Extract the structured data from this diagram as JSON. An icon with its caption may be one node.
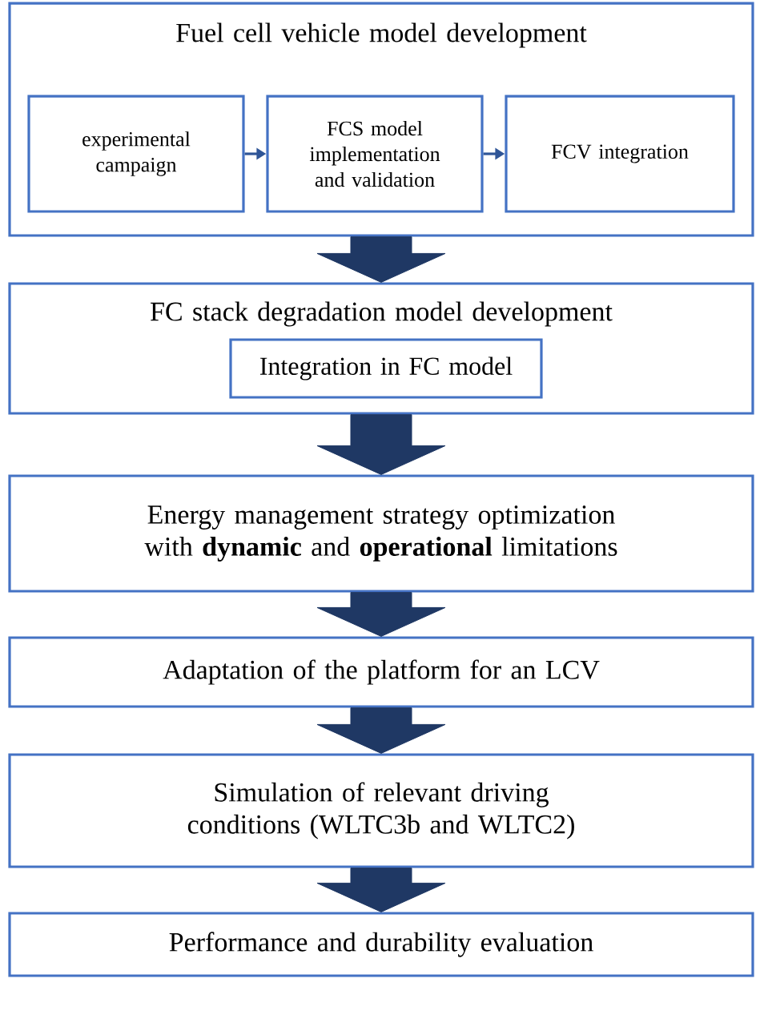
{
  "diagram": {
    "nodes": [
      {
        "text": [
          "Fuel cell vehicle model development"
        ]
      },
      {
        "text": [
          "experimental campaign"
        ],
        "in": 0
      },
      {
        "text": [
          "FCS model implementation and validation"
        ],
        "in": 0
      },
      {
        "text": [
          "FCV integration"
        ],
        "in": 0
      },
      {
        "text": [
          "FC stack degradation model development"
        ]
      },
      {
        "text": [
          "Integration in FC model"
        ],
        "in": 4
      },
      {
        "text": [
          "Energy management strategy optimization with **dynamic** and **operational** limitations"
        ]
      },
      {
        "text": [
          "Adaptation of the platform for an LCV"
        ]
      },
      {
        "text": [
          "Simulation of relevant driving conditions (WLTC3b and WLTC2)"
        ]
      },
      {
        "text": [
          "Performance and durability evaluation"
        ]
      }
    ],
    "edges": [
      {
        "from": 1,
        "to": 2,
        "arrow": "to",
        "color": "#2f5597"
      },
      {
        "from": 2,
        "to": 3,
        "arrow": "to",
        "color": "#2f5597"
      },
      {
        "from": 0,
        "to": 4,
        "arrow": "to"
      },
      {
        "from": 4,
        "to": 6,
        "arrow": "to"
      },
      {
        "from": 6,
        "to": 7,
        "arrow": "to"
      },
      {
        "from": 7,
        "to": 8,
        "arrow": "to"
      },
      {
        "from": 8,
        "to": 9,
        "arrow": "to"
      }
    ]
  }
}
